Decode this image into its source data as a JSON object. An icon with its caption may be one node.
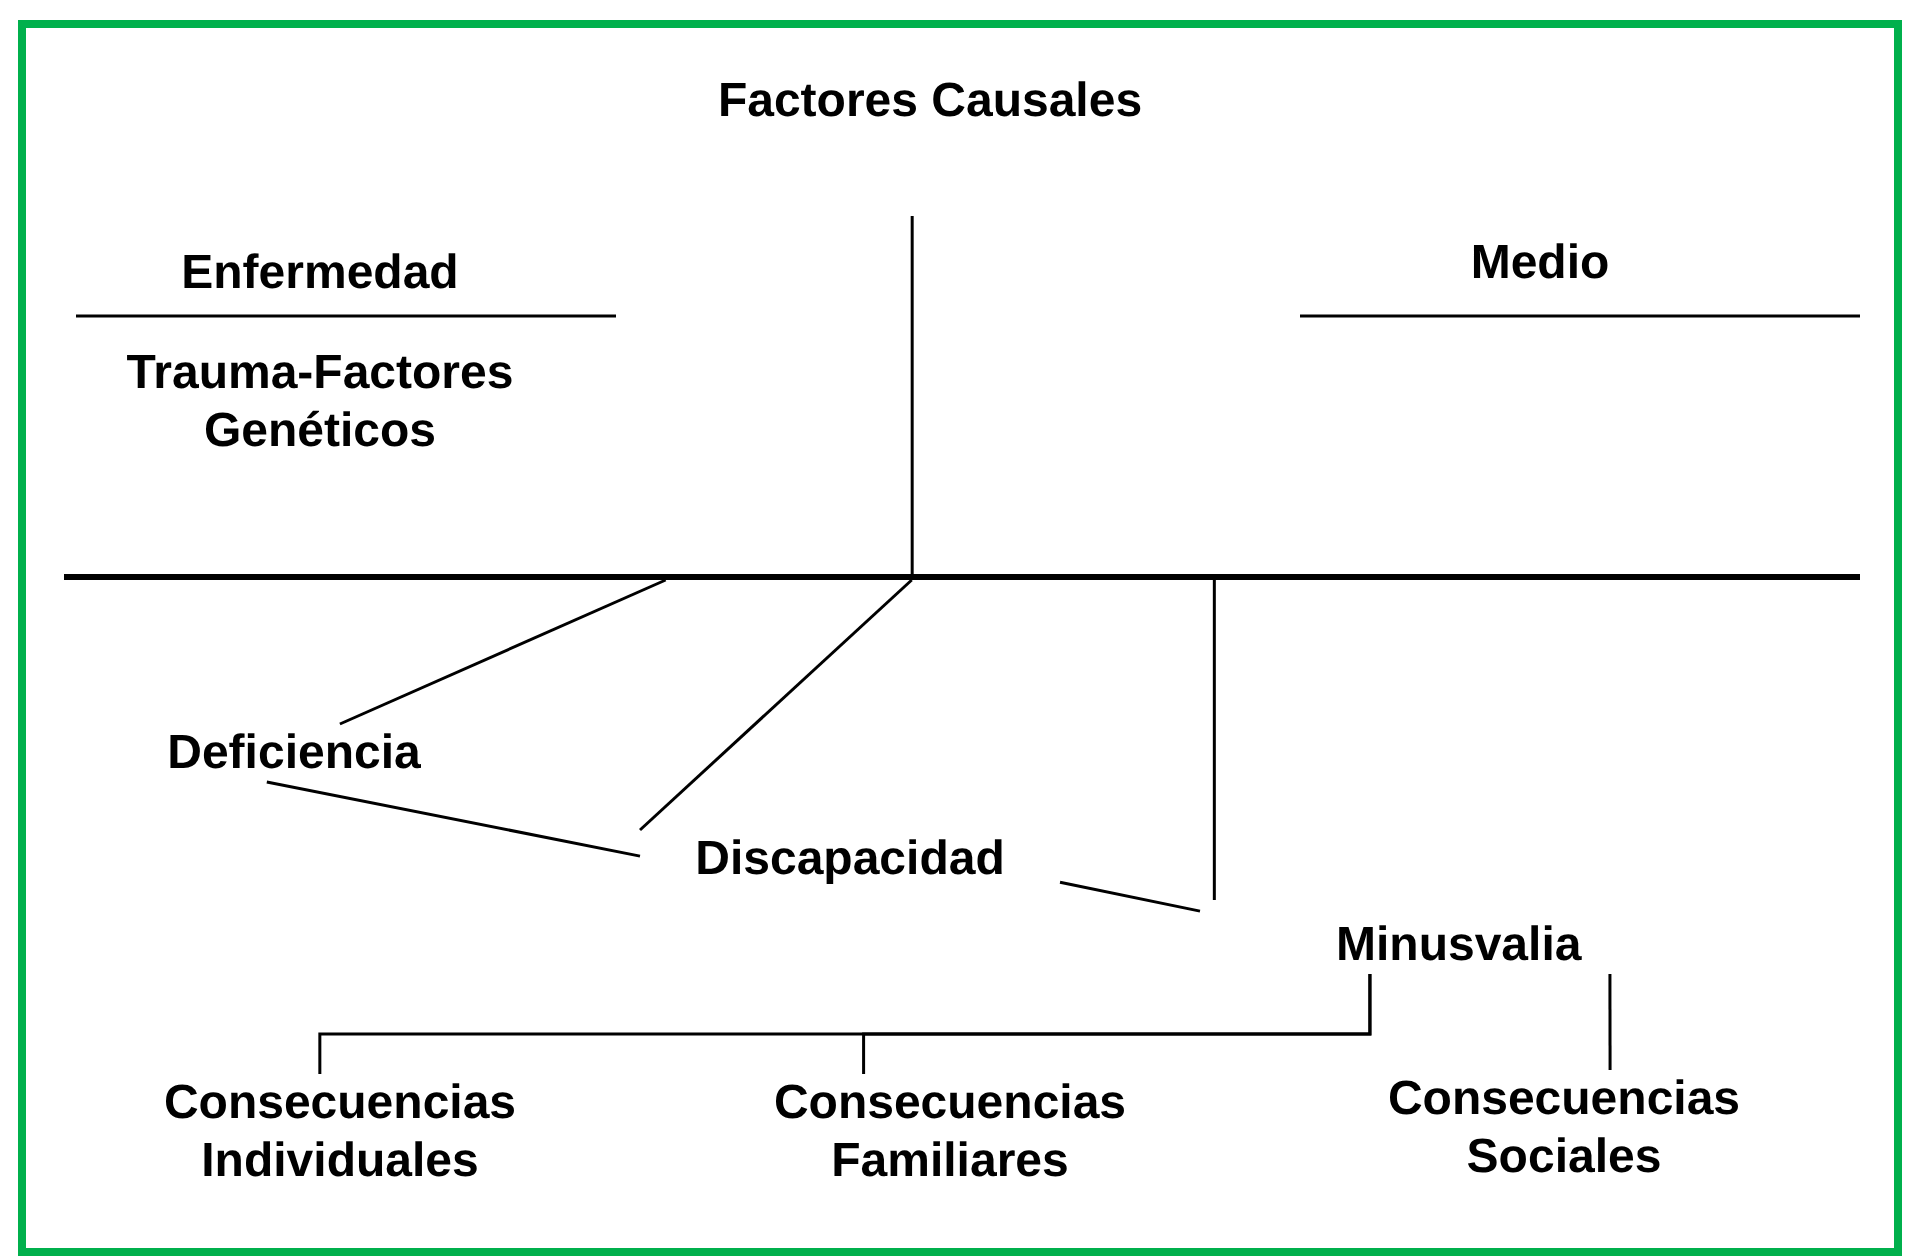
{
  "diagram": {
    "nodes": [
      {
        "text": [
          "Factores Causales"
        ]
      },
      {
        "text": [
          "Enfermedad"
        ]
      },
      {
        "text": [
          "Trauma-Factores Genéticos"
        ]
      },
      {
        "text": [
          "Medio"
        ]
      },
      {
        "text": [],
        "shape": "bar"
      },
      {
        "text": [
          "Deficiencia"
        ]
      },
      {
        "text": [
          "Discapacidad"
        ]
      },
      {
        "text": [
          "Minusvalia"
        ]
      },
      {
        "text": [
          "Consecuencias Individuales"
        ]
      },
      {
        "text": [
          "Consecuencias Familiares"
        ]
      },
      {
        "text": [
          "Consecuencias Sociales"
        ]
      }
    ],
    "edges": [
      {
        "from": 0,
        "to": 4,
        "arrow": "none"
      },
      {
        "from": 4,
        "to": 5,
        "arrow": "none"
      },
      {
        "from": 4,
        "to": 6,
        "arrow": "none"
      },
      {
        "from": 4,
        "to": 7,
        "arrow": "none"
      },
      {
        "from": 5,
        "to": 6,
        "arrow": "none"
      },
      {
        "from": 6,
        "to": 7,
        "arrow": "none"
      },
      {
        "from": 7,
        "to": 8,
        "arrow": "none"
      },
      {
        "from": 7,
        "to": 9,
        "arrow": "none"
      },
      {
        "from": 7,
        "to": 10,
        "arrow": "none"
      }
    ]
  }
}
